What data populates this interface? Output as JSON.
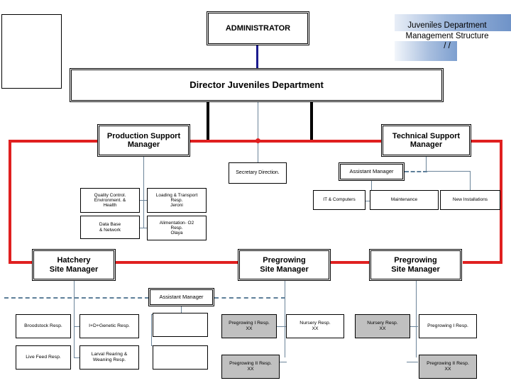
{
  "doc": {
    "title_lines": [
      "Juveniles Department",
      "Management Structure",
      "/   /"
    ],
    "accent_red": "#e02020",
    "accent_navy": "#1b1b8f",
    "connector_blue": "#6b8499",
    "fill_gray": "#c0c0c0"
  },
  "top": {
    "administrator": "ADMINISTRATOR",
    "director": "Director Juveniles Department",
    "blank_left": ""
  },
  "managers": {
    "production_support": "Production Support\nManager",
    "production_support_l1": "Production Support",
    "production_support_l2": "Manager",
    "technical_support_l1": "Technical Support",
    "technical_support_l2": "Manager",
    "secretary": "Secretary Direction.",
    "assistant_manager_top": "Assistant Manager"
  },
  "production_children": [
    {
      "lines": [
        "Quality Control.",
        "Environment. &",
        "Health"
      ]
    },
    {
      "lines": [
        "Loading & Transport",
        "Resp.",
        "Jeroni"
      ]
    },
    {
      "lines": [
        "Data Base",
        "& Network"
      ]
    },
    {
      "lines": [
        "Alimentation- O2",
        "Resp.",
        "Olaya"
      ]
    }
  ],
  "technical_children": [
    {
      "label": "IT & Computers"
    },
    {
      "label": "Maintenance"
    },
    {
      "label": "New Installations"
    }
  ],
  "sites": [
    {
      "l1": "Hatchery",
      "l2": "Site Manager"
    },
    {
      "l1": "Pregrowing",
      "l2": "Site Manager"
    },
    {
      "l1": "Pregrowing",
      "l2": "Site Manager"
    }
  ],
  "assistant_manager_bottom": "Assistant Manager",
  "hatchery_children": [
    {
      "lines": [
        "Broodstock Resp."
      ]
    },
    {
      "lines": [
        "I+D+Genetic Resp."
      ]
    },
    {
      "lines": [
        "Live Feed Resp."
      ]
    },
    {
      "lines": [
        "Larval Rearing &",
        "Weaning Resp."
      ]
    }
  ],
  "hatchery_blank_boxes": [
    "",
    ""
  ],
  "pregrowing_a_children": [
    {
      "lines": [
        "Pregrowing I Resp.",
        "XX"
      ],
      "fill": "gray"
    },
    {
      "lines": [
        "Nursery Resp.",
        "XX"
      ],
      "fill": "white"
    },
    {
      "lines": [
        "Pregrowing II Resp.",
        "XX"
      ],
      "fill": "gray"
    }
  ],
  "pregrowing_b_children": [
    {
      "lines": [
        "Nursery Resp.",
        "XX"
      ],
      "fill": "gray"
    },
    {
      "lines": [
        "Pregrowing I Resp."
      ],
      "fill": "white"
    },
    {
      "lines": [
        "Pregrowing II Resp.",
        "XX"
      ],
      "fill": "gray"
    }
  ]
}
